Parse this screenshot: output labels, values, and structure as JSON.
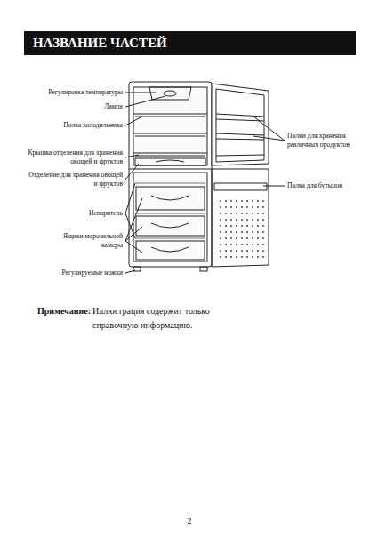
{
  "diagram": {
    "title": "НАЗВАНИЕ ЧАСТЕЙ",
    "labels": [
      "Регулировка температуры",
      "Лампа",
      "Полка холодильника",
      "Крышка отделения для хранения овощей и фруктов",
      "Отделение для хранения овощей и фруктов",
      "Испаритель",
      "Ящики морозильной камеры",
      "Регулируемые ножки",
      "Полки для хранения различных продуктов",
      "Полка для бутылок",
      "Примечание:",
      "Иллюстрация содержит только справочную информацию.",
      "2"
    ]
  }
}
